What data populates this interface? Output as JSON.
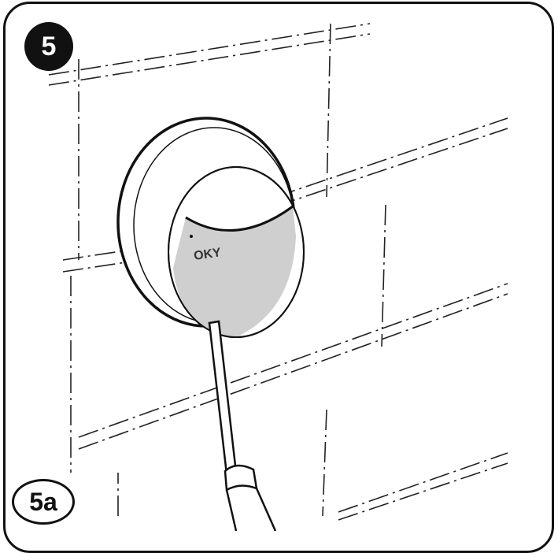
{
  "step_label": "5",
  "sub_step_label": "5a",
  "device_marking": "OKY",
  "colors": {
    "line": "#111111",
    "face": "#cfcfcf",
    "background": "#ffffff"
  }
}
